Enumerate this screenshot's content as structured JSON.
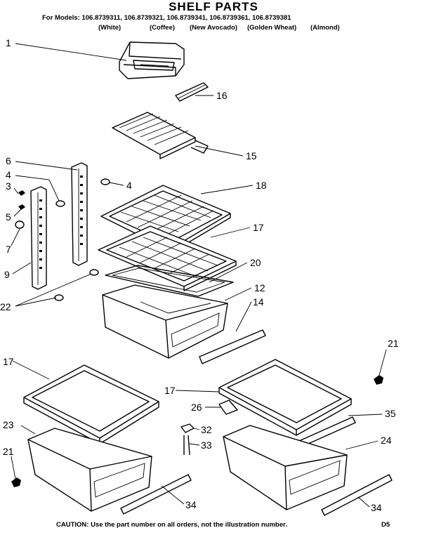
{
  "header": {
    "title": "SHELF PARTS",
    "models_line": "For Models: 106.8739311, 106.8739321, 106.8739341, 106.8739361, 106.8739381",
    "colors": [
      "(White)",
      "(Coffee)",
      "(New Avocado)",
      "(Golden Wheat)",
      "(Almond)"
    ]
  },
  "callouts": {
    "c1": "1",
    "c16": "16",
    "c15": "15",
    "c6": "6",
    "c4a": "4",
    "c4b": "4",
    "c3": "3",
    "c5": "5",
    "c7": "7",
    "c9": "9",
    "c22": "22",
    "c18": "18",
    "c17a": "17",
    "c20": "20",
    "c12": "12",
    "c14": "14",
    "c21a": "21",
    "c17b": "17",
    "c17c": "17",
    "c23": "23",
    "c21b": "21",
    "c26": "26",
    "c35": "35",
    "c32": "32",
    "c33": "33",
    "c24": "24",
    "c34a": "34",
    "c34b": "34"
  },
  "footer": {
    "caution": "CAUTION: Use the part number on all orders, not the illustration number.",
    "code": "D5"
  }
}
